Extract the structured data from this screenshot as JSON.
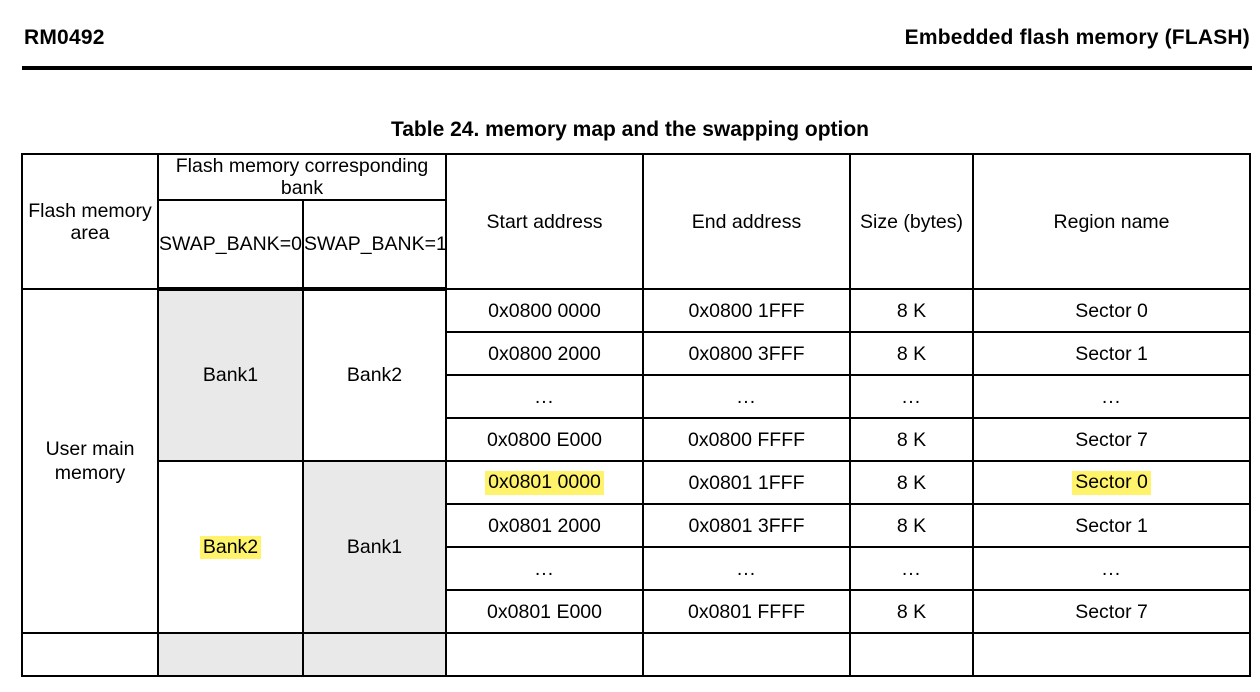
{
  "page_header": {
    "left": "RM0492",
    "right": "Embedded flash memory (FLASH)"
  },
  "table": {
    "caption": "Table 24. memory map and the swapping option",
    "headers": {
      "flash_memory_area": "Flash memory area",
      "flash_memory_corresponding_bank": "Flash memory corresponding bank",
      "swap_bank_0": "SWAP_BANK=0",
      "swap_bank_1": "SWAP_BANK=1",
      "start_address": "Start address",
      "end_address": "End address",
      "size_bytes": "Size (bytes)",
      "region_name": "Region name"
    },
    "area_label": "User main memory",
    "groups": [
      {
        "swap0_bank": "Bank1",
        "swap0_shaded": true,
        "swap0_highlight": false,
        "swap1_bank": "Bank2",
        "swap1_shaded": false,
        "swap1_highlight": false,
        "rows": [
          {
            "start": "0x0800 0000",
            "end": "0x0800 1FFF",
            "size": "8 K",
            "region": "Sector 0",
            "start_hl": false,
            "region_hl": false
          },
          {
            "start": "0x0800 2000",
            "end": "0x0800 3FFF",
            "size": "8 K",
            "region": "Sector 1",
            "start_hl": false,
            "region_hl": false
          },
          {
            "start": "...",
            "end": "...",
            "size": "...",
            "region": "...",
            "start_hl": false,
            "region_hl": false
          },
          {
            "start": "0x0800 E000",
            "end": "0x0800 FFFF",
            "size": "8 K",
            "region": "Sector 7",
            "start_hl": false,
            "region_hl": false
          }
        ]
      },
      {
        "swap0_bank": "Bank2",
        "swap0_shaded": false,
        "swap0_highlight": true,
        "swap1_bank": "Bank1",
        "swap1_shaded": true,
        "swap1_highlight": false,
        "rows": [
          {
            "start": "0x0801 0000",
            "end": "0x0801 1FFF",
            "size": "8 K",
            "region": "Sector 0",
            "start_hl": true,
            "region_hl": true
          },
          {
            "start": "0x0801 2000",
            "end": "0x0801 3FFF",
            "size": "8 K",
            "region": "Sector 1",
            "start_hl": false,
            "region_hl": false
          },
          {
            "start": "...",
            "end": "...",
            "size": "...",
            "region": "...",
            "start_hl": false,
            "region_hl": false
          },
          {
            "start": "0x0801 E000",
            "end": "0x0801 FFFF",
            "size": "8 K",
            "region": "Sector 7",
            "start_hl": false,
            "region_hl": false
          }
        ]
      }
    ]
  },
  "colors": {
    "highlight": "#fff36b",
    "shaded_cell": "#e9e9e9",
    "rule": "#000000"
  }
}
